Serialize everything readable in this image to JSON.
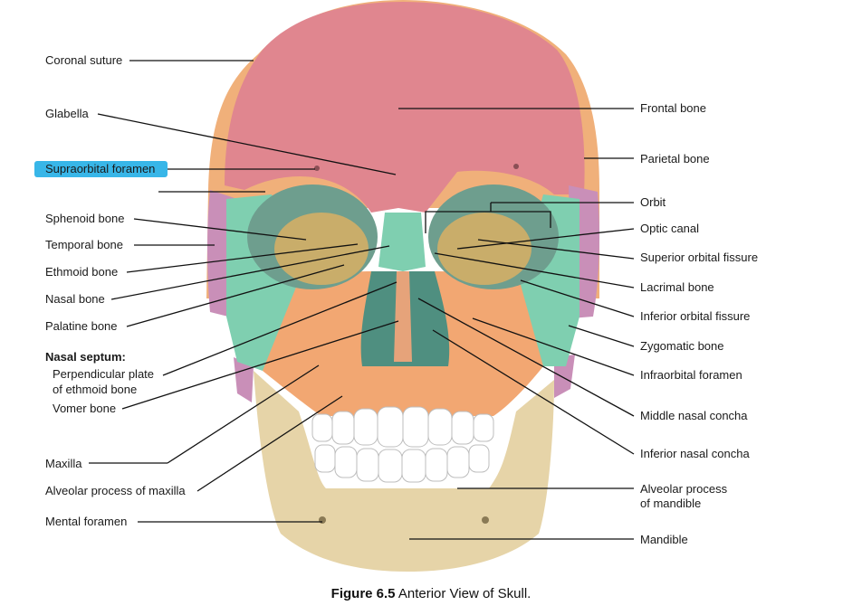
{
  "left_labels": {
    "coronal_suture": "Coronal suture",
    "glabella": "Glabella",
    "supraorbital_foramen": "Supraorbital foramen",
    "sphenoid_bone": "Sphenoid bone",
    "temporal_bone": "Temporal bone",
    "ethmoid_bone": "Ethmoid bone",
    "nasal_bone": "Nasal bone",
    "palatine_bone": "Palatine bone",
    "nasal_septum_heading": "Nasal septum:",
    "perpendicular_plate_line1": "Perpendicular plate",
    "perpendicular_plate_line2": "of ethmoid bone",
    "vomer_bone": "Vomer bone",
    "maxilla": "Maxilla",
    "alveolar_process_maxilla": "Alveolar process of maxilla",
    "mental_foramen": "Mental foramen"
  },
  "right_labels": {
    "frontal_bone": "Frontal bone",
    "parietal_bone": "Parietal bone",
    "orbit": "Orbit",
    "optic_canal": "Optic canal",
    "superior_orbital_fissure": "Superior orbital fissure",
    "lacrimal_bone": "Lacrimal bone",
    "inferior_orbital_fissure": "Inferior orbital fissure",
    "zygomatic_bone": "Zygomatic bone",
    "infraorbital_foramen": "Infraorbital foramen",
    "middle_nasal_concha": "Middle nasal concha",
    "inferior_nasal_concha": "Inferior nasal concha",
    "alveolar_process_mandible_line1": "Alveolar process",
    "alveolar_process_mandible_line2": "of mandible",
    "mandible": "Mandible"
  },
  "caption": {
    "figure_number": "Figure 6.5",
    "text": " Anterior View of Skull."
  },
  "colors": {
    "frontal": "#e0868f",
    "parietal": "#f0b07a",
    "maxilla": "#f2a772",
    "mandible": "#e6d4a8",
    "sphenoid": "#7fcfb0",
    "temporal": "#c98fb8",
    "ethmoid": "#d2b36c",
    "highlight": "#38b6e8"
  }
}
